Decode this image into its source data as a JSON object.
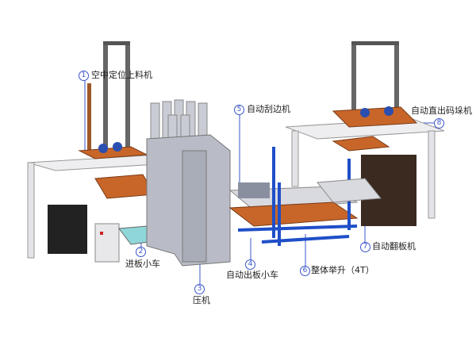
{
  "labels": [
    {
      "num": "1",
      "text": "空中定位上料机"
    },
    {
      "num": "2",
      "text": "进板小车"
    },
    {
      "num": "3",
      "text": "压机"
    },
    {
      "num": "4",
      "text": "自动出板小车"
    },
    {
      "num": "5",
      "text": "自动刮边机"
    },
    {
      "num": "6",
      "text": "整体举升（4T）"
    },
    {
      "num": "7",
      "text": "自动翻板机"
    },
    {
      "num": "8",
      "text": "自动直出码垛机"
    }
  ],
  "colors": {
    "leader": "#3a55c8",
    "frame": "#e8e8ea",
    "press": "#b9bcc6",
    "lift": "#1f4fc8",
    "carriage": "#c8662a",
    "stack": "#3a2a20"
  }
}
